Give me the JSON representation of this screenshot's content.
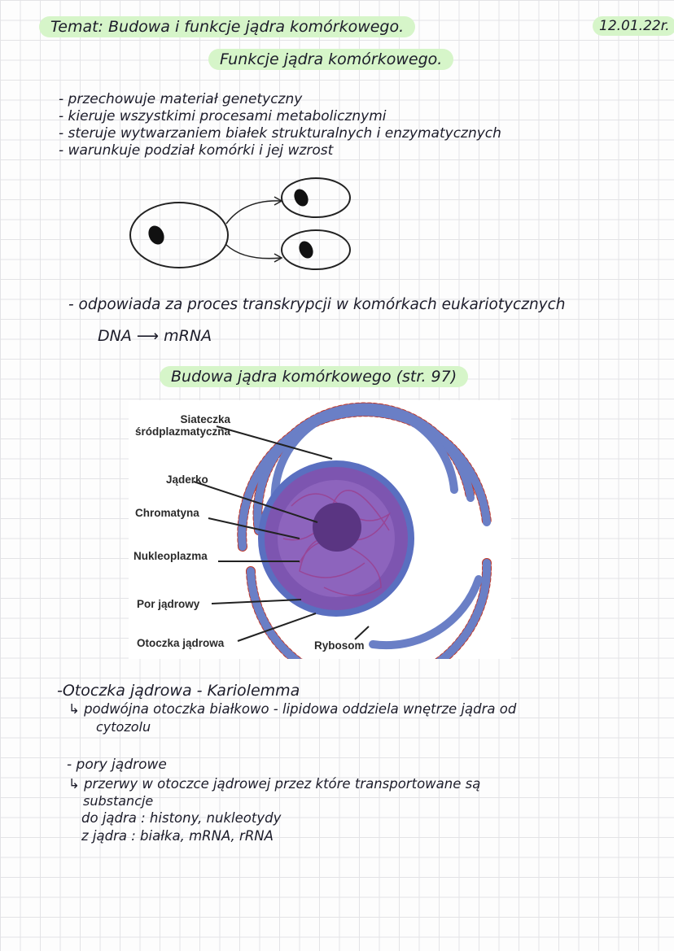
{
  "header": {
    "topic": "Temat: Budowa i funkcje jądra komórkowego.",
    "date": "12.01.22r."
  },
  "functions_section": {
    "title": "Funkcje jądra komórkowego.",
    "items": [
      "- przechowuje materiał genetyczny",
      "- kieruje wszystkimi procesami metabolicznymi",
      "- steruje wytwarzaniem białek strukturalnych i enzymatycznych",
      "- warunkuje podział komórki i jej wzrost"
    ],
    "transcription": "- odpowiada za proces transkrypcji w komórkach eukariotycznych",
    "formula": "DNA ⟶ mRNA"
  },
  "structure_section": {
    "title": "Budowa jądra komórkowego (str. 97)",
    "labels": {
      "er_line1": "Siateczka",
      "er_line2": "śródplazmatyczna",
      "nucleolus": "Jąderko",
      "chromatin": "Chromatyna",
      "nucleoplasm": "Nukleoplazma",
      "pore": "Por jądrowy",
      "envelope": "Otoczka jądrowa",
      "ribosome": "Rybosom"
    }
  },
  "notes": {
    "envelope_title": "-Otoczka jądrowa - Kariolemma",
    "envelope_desc_1": "↳ podwójna otoczka białkowo - lipidowa oddziela wnętrze jądra od",
    "envelope_desc_2": "cytozolu",
    "pores_title": "- pory jądrowe",
    "pores_desc_1": "↳ przerwy w otoczce jądrowej przez które transportowane są",
    "pores_desc_2": "substancje",
    "into_nucleus": "do jądra : histony, nukleotydy",
    "out_of_nucleus": "z jądra : białka, mRNA, rRNA"
  },
  "colors": {
    "highlight": "#d6f5c9",
    "nucleus": "#7b4fa8",
    "er": "#6a7fc6",
    "ribosome": "#b0302c"
  }
}
